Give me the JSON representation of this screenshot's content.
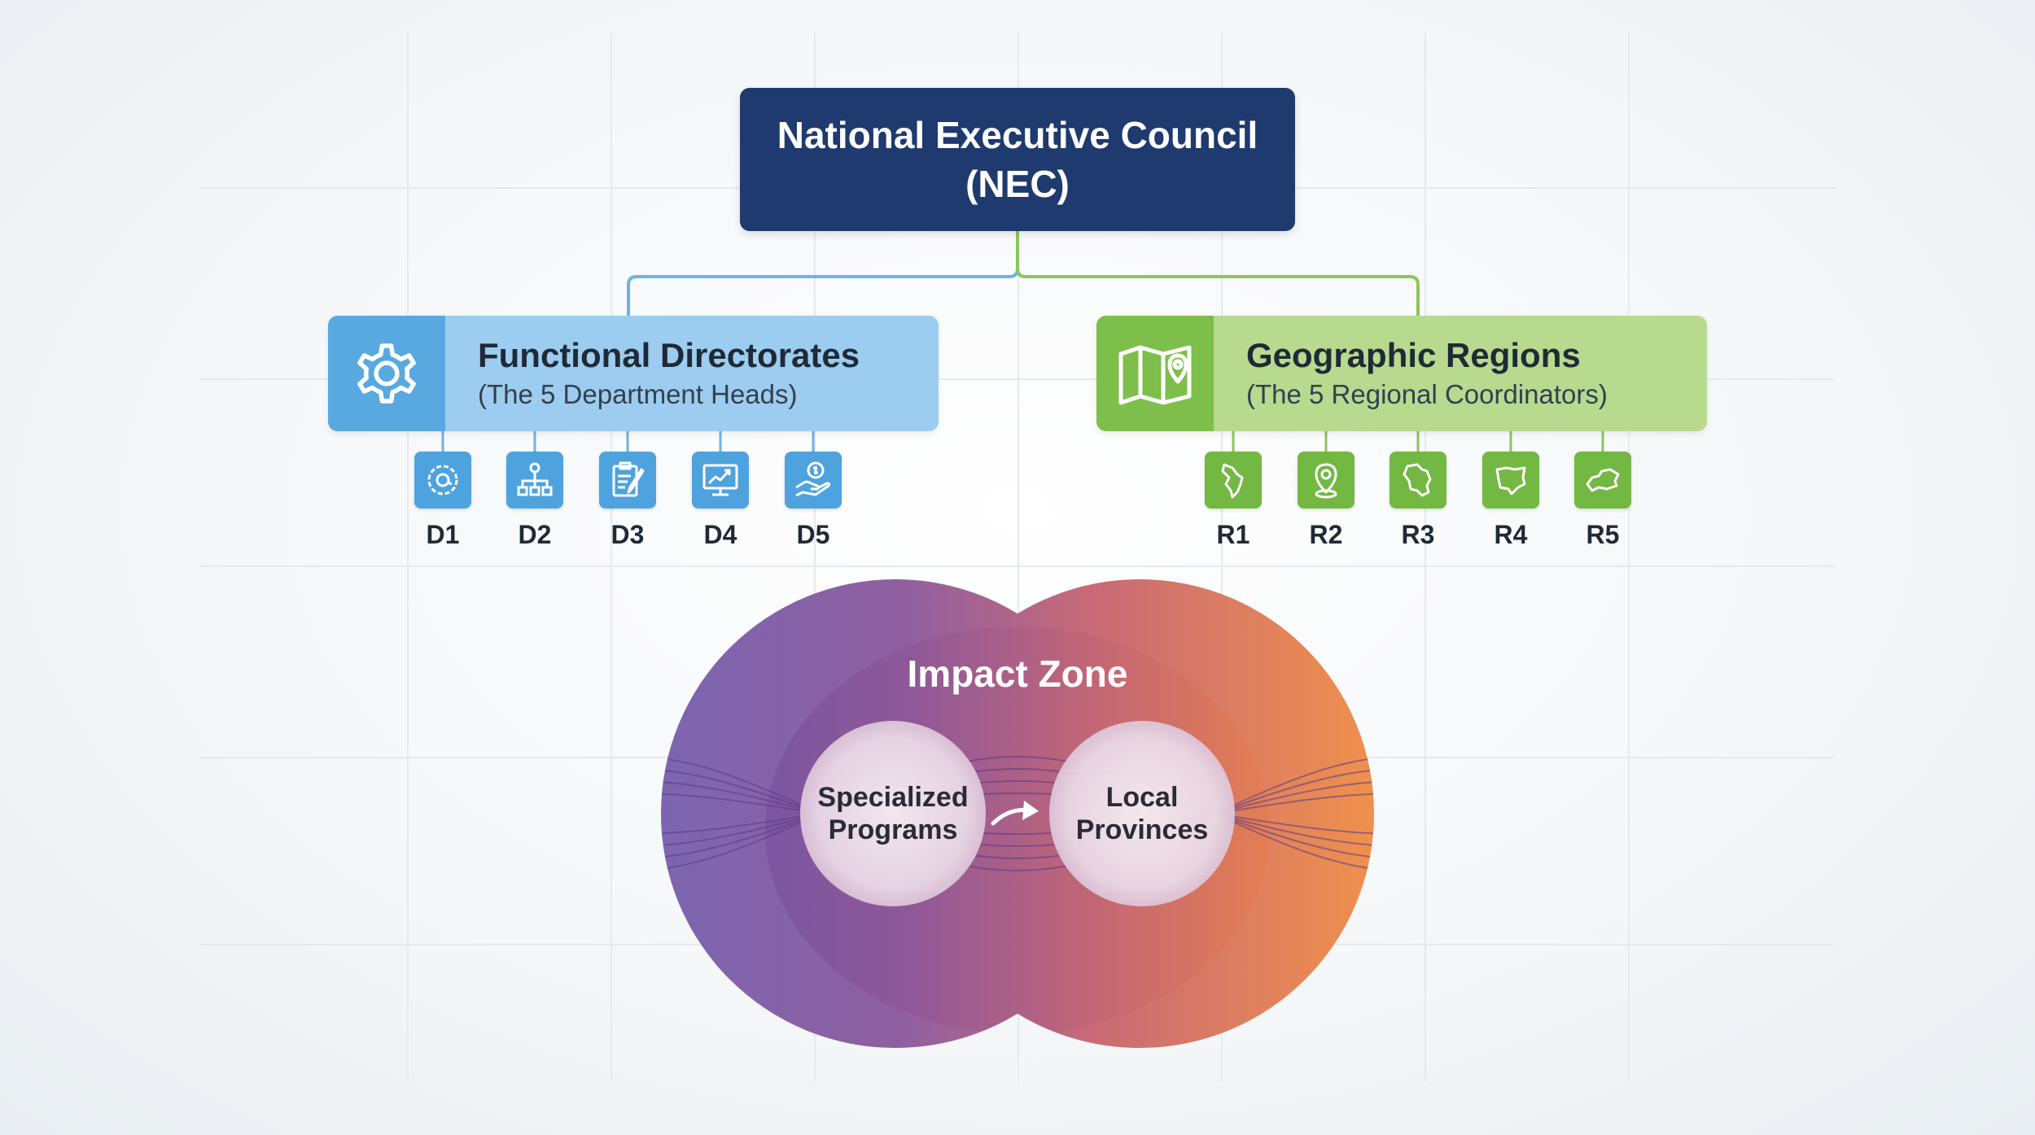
{
  "nec": {
    "line1": "National Executive Council",
    "line2": "(NEC)"
  },
  "functional": {
    "title": "Functional Directorates",
    "subtitle": "(The 5 Department Heads)",
    "icon": "gear-icon",
    "color": "#58a9e0",
    "items": [
      {
        "label": "D1",
        "icon": "gear-at-icon"
      },
      {
        "label": "D2",
        "icon": "org-chart-icon"
      },
      {
        "label": "D3",
        "icon": "clipboard-pen-icon"
      },
      {
        "label": "D4",
        "icon": "monitor-chart-icon"
      },
      {
        "label": "D5",
        "icon": "hand-coin-icon"
      }
    ]
  },
  "geographic": {
    "title": "Geographic Regions",
    "subtitle": "(The 5 Regional Coordinators)",
    "icon": "map-pin-icon",
    "color": "#7dbf4a",
    "items": [
      {
        "label": "R1",
        "icon": "region-shape-icon"
      },
      {
        "label": "R2",
        "icon": "location-pin-icon"
      },
      {
        "label": "R3",
        "icon": "region-shape-icon"
      },
      {
        "label": "R4",
        "icon": "region-shape-icon"
      },
      {
        "label": "R5",
        "icon": "region-shape-icon"
      }
    ]
  },
  "impact": {
    "title": "Impact Zone",
    "left_label": "Specialized Programs",
    "right_label": "Local Provinces",
    "left_color": "#7b5ea7",
    "right_color": "#f0914a"
  }
}
